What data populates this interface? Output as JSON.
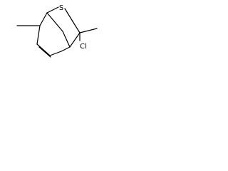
{
  "molecule": {
    "atoms": [
      {
        "id": "S1",
        "label": "S"
      },
      {
        "id": "Cl1",
        "label": "Cl"
      }
    ]
  }
}
